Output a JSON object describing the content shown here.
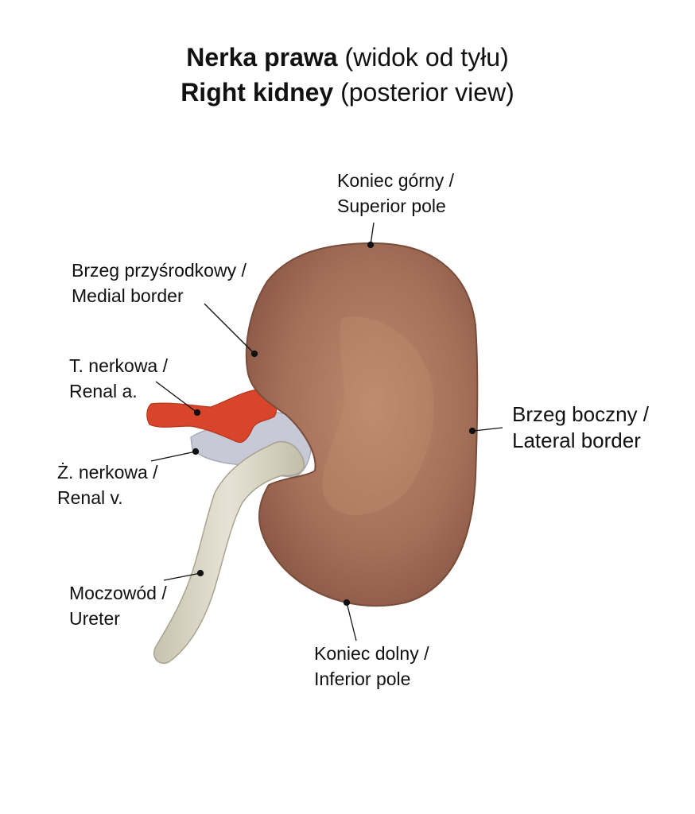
{
  "title": {
    "line1_bold": "Nerka prawa",
    "line1_paren": "(widok od tyłu)",
    "line2_bold": "Right kidney",
    "line2_paren": "(posterior view)"
  },
  "labels": {
    "superior_pole": {
      "line1": "Koniec górny /",
      "line2": "Superior pole"
    },
    "medial_border": {
      "line1": "Brzeg przyśrodkowy /",
      "line2": "Medial border"
    },
    "renal_artery": {
      "line1": "T. nerkowa /",
      "line2": "Renal a."
    },
    "renal_vein": {
      "line1": "Ż. nerkowa /",
      "line2": "Renal v."
    },
    "ureter": {
      "line1": "Moczowód /",
      "line2": "Ureter"
    },
    "inferior_pole": {
      "line1": "Koniec dolny /",
      "line2": "Inferior pole"
    },
    "lateral_border": {
      "line1": "Brzeg boczny /",
      "line2": "Lateral border"
    }
  },
  "colors": {
    "kidney": "#9c6a55",
    "kidney_light": "#b8836a",
    "artery": "#d8452a",
    "vein": "#c9cad8",
    "ureter": "#d9d6c6",
    "leader": "#111111"
  }
}
